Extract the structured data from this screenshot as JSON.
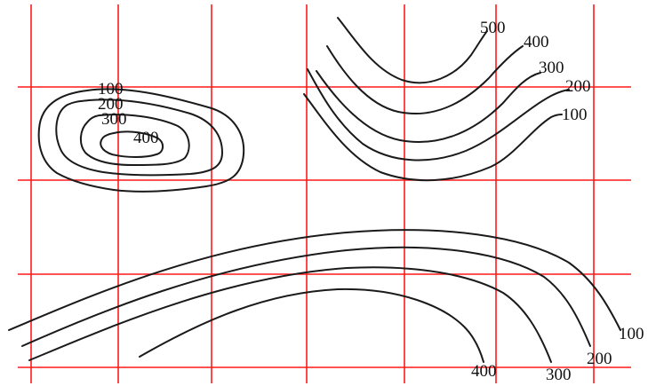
{
  "colors": {
    "grid": "#ff1a1a",
    "contour": "#1a1a1a",
    "background": "#ffffff"
  },
  "hill": {
    "labels": [
      "100",
      "200",
      "300",
      "400"
    ]
  },
  "valley_top_right": {
    "labels": [
      "500",
      "400",
      "300",
      "200",
      "100"
    ]
  },
  "ridge_bottom": {
    "labels": [
      "100",
      "200",
      "300",
      "400"
    ]
  }
}
